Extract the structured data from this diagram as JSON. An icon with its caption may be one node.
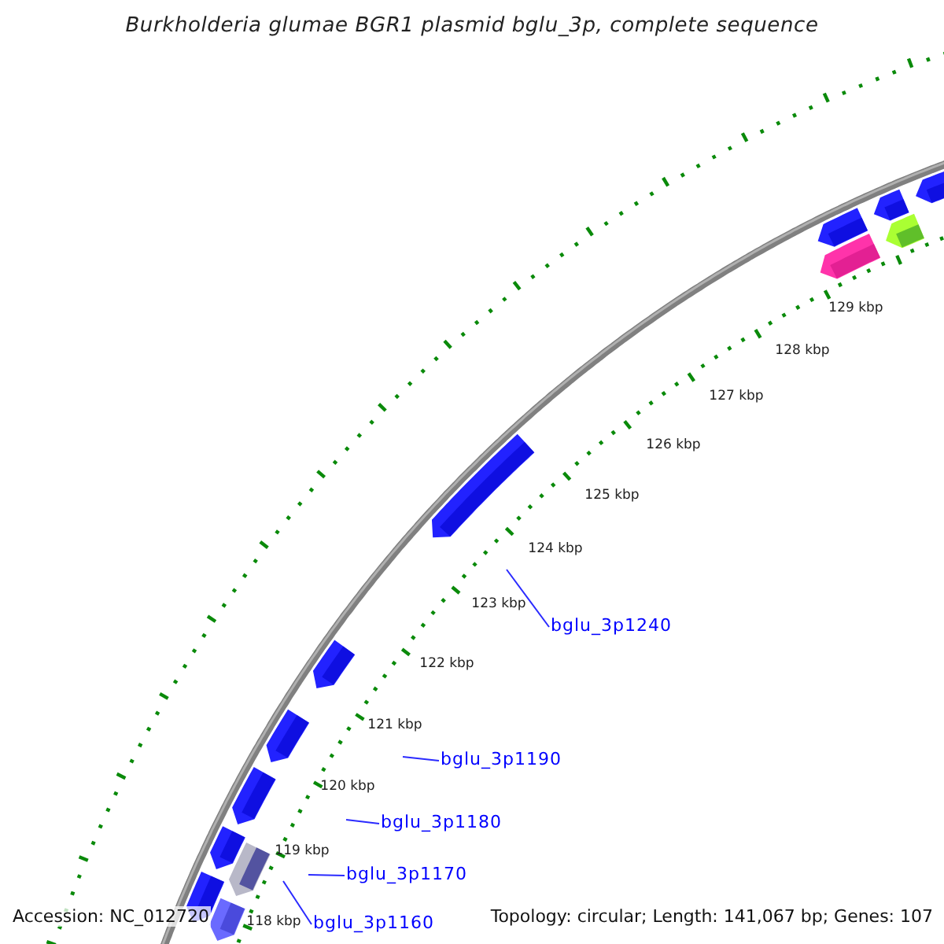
{
  "diagram": {
    "title": "Burkholderia glumae BGR1 plasmid bglu_3p, complete sequence",
    "nodes": [
      {
        "text": [
          "bglu_3p1240"
        ]
      },
      {
        "text": [
          "bglu_3p1190"
        ]
      },
      {
        "text": [
          "bglu_3p1180"
        ]
      },
      {
        "text": [
          "bglu_3p1170"
        ]
      },
      {
        "text": [
          "bglu_3p1160"
        ]
      }
    ],
    "edges": [
      {
        "from": 0,
        "to": null,
        "arrow": "none"
      },
      {
        "from": 1,
        "to": null,
        "arrow": "none"
      },
      {
        "from": 2,
        "to": null,
        "arrow": "none"
      },
      {
        "from": 3,
        "to": null,
        "arrow": "none"
      },
      {
        "from": 4,
        "to": null,
        "arrow": "none"
      }
    ],
    "labels": [
      "129 kbp",
      "128 kbp",
      "127 kbp",
      "126 kbp",
      "125 kbp",
      "124 kbp",
      "123 kbp",
      "122 kbp",
      "121 kbp",
      "120 kbp",
      "119 kbp",
      "118 kbp",
      "Accession: NC_012720",
      "Topology: circular; Length: 141,067 bp; Genes: 107"
    ]
  }
}
